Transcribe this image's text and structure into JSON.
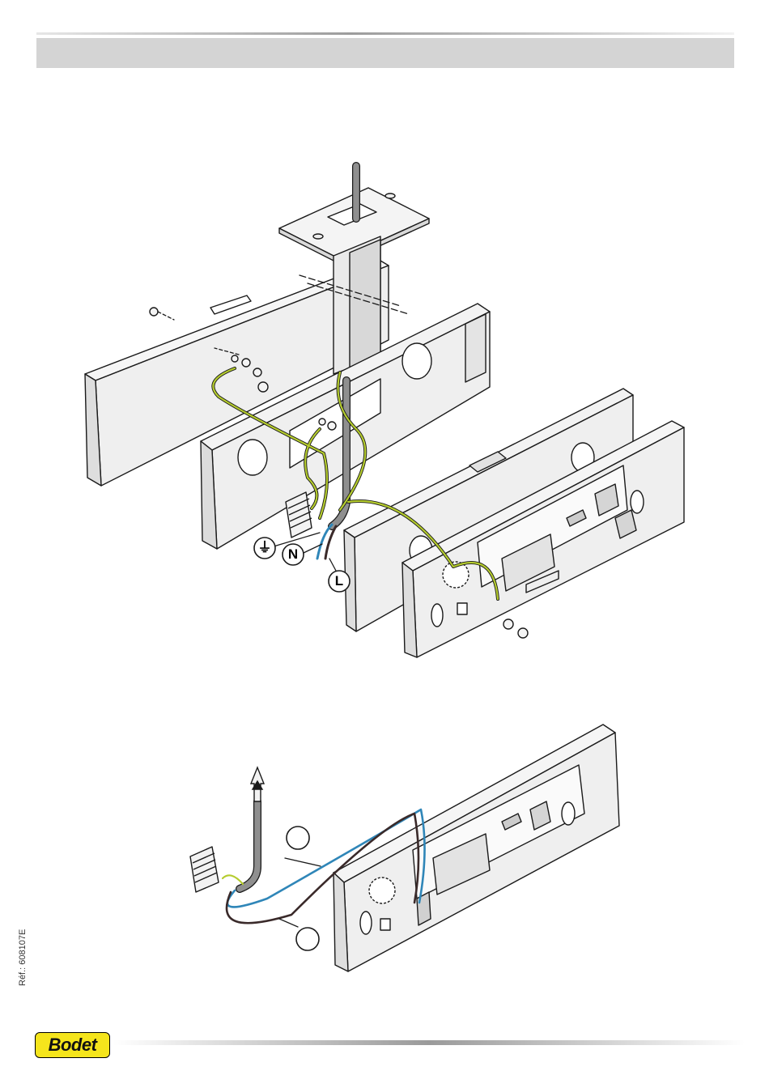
{
  "header": {
    "title": ""
  },
  "diagram1": {
    "symbols": {
      "earth": "⏚",
      "neutral": "N",
      "live": "L"
    }
  },
  "diagram2": {
    "callouts": [
      "",
      ""
    ]
  },
  "footer": {
    "reference": "Réf.: 608107E",
    "logo": "Bodet"
  },
  "colors": {
    "earth_wire": "#b5cc2e",
    "neutral_wire": "#2f86b8",
    "live_wire": "#4a2b22",
    "cable": "#8f8f8f",
    "logo_bg": "#f5e51c"
  }
}
